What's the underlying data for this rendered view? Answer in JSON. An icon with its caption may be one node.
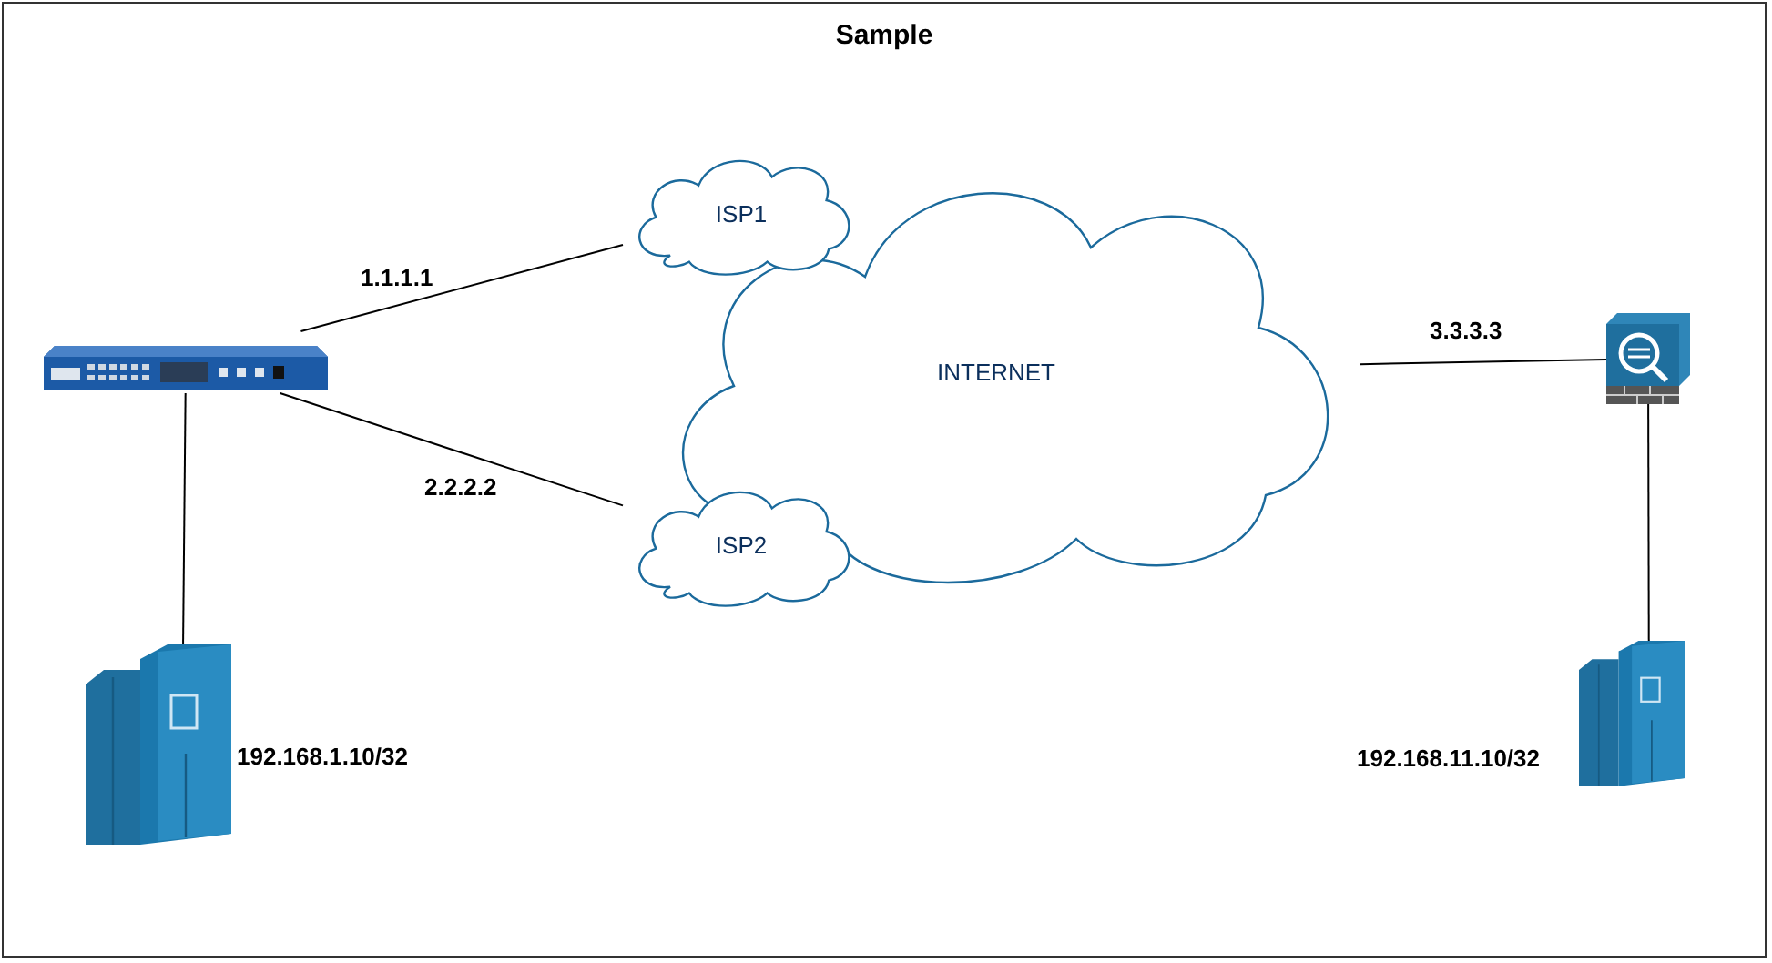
{
  "diagram": {
    "title": "Sample",
    "nodes": [
      {
        "text": [],
        "shape": "picture"
      },
      {
        "text": [
          "ISP1"
        ]
      },
      {
        "text": [
          "ISP2"
        ]
      },
      {
        "text": [
          "INTERNET"
        ]
      },
      {
        "text": [],
        "shape": "picture"
      },
      {
        "text": [],
        "shape": "picture",
        "beside": [
          "192.168.1.10/32"
        ]
      },
      {
        "text": [],
        "shape": "picture",
        "beside": [
          "192.168.11.10/32"
        ]
      }
    ],
    "edges": [
      {
        "from": 0,
        "to": 1,
        "arrow": "none",
        "label": "1.1.1.1"
      },
      {
        "from": 0,
        "to": 2,
        "arrow": "none",
        "label": "2.2.2.2"
      },
      {
        "from": 3,
        "to": 4,
        "arrow": "none",
        "label": "3.3.3.3"
      },
      {
        "from": 0,
        "to": 5,
        "arrow": "none"
      },
      {
        "from": 4,
        "to": 6,
        "arrow": "none"
      }
    ]
  }
}
